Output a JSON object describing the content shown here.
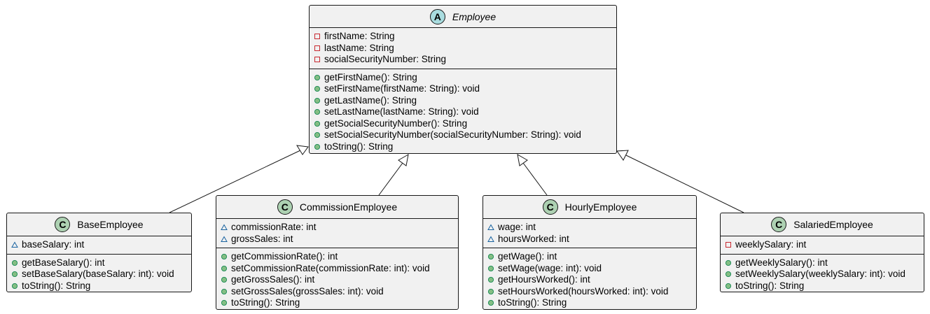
{
  "colors": {
    "class_fill": "#f1f1f1",
    "border": "#181818",
    "class_badge": "#add1b2",
    "abstract_badge": "#a9dcdf",
    "private_marker": "#c82930",
    "package_marker": "#1963a0",
    "public_marker": "#84be84"
  },
  "classes": {
    "employee": {
      "stereotype_letter": "A",
      "name": "Employee",
      "abstract": true,
      "fields": [
        {
          "vis": "private",
          "text": "firstName: String"
        },
        {
          "vis": "private",
          "text": "lastName: String"
        },
        {
          "vis": "private",
          "text": "socialSecurityNumber: String"
        }
      ],
      "methods": [
        {
          "vis": "public",
          "text": "getFirstName(): String"
        },
        {
          "vis": "public",
          "text": "setFirstName(firstName: String): void"
        },
        {
          "vis": "public",
          "text": "getLastName(): String"
        },
        {
          "vis": "public",
          "text": "setLastName(lastName: String): void"
        },
        {
          "vis": "public",
          "text": "getSocialSecurityNumber(): String"
        },
        {
          "vis": "public",
          "text": "setSocialSecurityNumber(socialSecurityNumber: String): void"
        },
        {
          "vis": "public",
          "text": "toString(): String"
        }
      ]
    },
    "base_employee": {
      "stereotype_letter": "C",
      "name": "BaseEmployee",
      "fields": [
        {
          "vis": "package",
          "text": "baseSalary: int"
        }
      ],
      "methods": [
        {
          "vis": "public",
          "text": "getBaseSalary(): int"
        },
        {
          "vis": "public",
          "text": "setBaseSalary(baseSalary: int): void"
        },
        {
          "vis": "public",
          "text": "toString(): String"
        }
      ]
    },
    "commission_employee": {
      "stereotype_letter": "C",
      "name": "CommissionEmployee",
      "fields": [
        {
          "vis": "package",
          "text": "commissionRate: int"
        },
        {
          "vis": "package",
          "text": "grossSales: int"
        }
      ],
      "methods": [
        {
          "vis": "public",
          "text": "getCommissionRate(): int"
        },
        {
          "vis": "public",
          "text": "setCommissionRate(commissionRate: int): void"
        },
        {
          "vis": "public",
          "text": "getGrossSales(): int"
        },
        {
          "vis": "public",
          "text": "setGrossSales(grossSales: int): void"
        },
        {
          "vis": "public",
          "text": "toString(): String"
        }
      ]
    },
    "hourly_employee": {
      "stereotype_letter": "C",
      "name": "HourlyEmployee",
      "fields": [
        {
          "vis": "package",
          "text": "wage: int"
        },
        {
          "vis": "package",
          "text": "hoursWorked: int"
        }
      ],
      "methods": [
        {
          "vis": "public",
          "text": "getWage(): int"
        },
        {
          "vis": "public",
          "text": "setWage(wage: int): void"
        },
        {
          "vis": "public",
          "text": "getHoursWorked(): int"
        },
        {
          "vis": "public",
          "text": "setHoursWorked(hoursWorked: int): void"
        },
        {
          "vis": "public",
          "text": "toString(): String"
        }
      ]
    },
    "salaried_employee": {
      "stereotype_letter": "C",
      "name": "SalariedEmployee",
      "fields": [
        {
          "vis": "private",
          "text": "weeklySalary: int"
        }
      ],
      "methods": [
        {
          "vis": "public",
          "text": "getWeeklySalary(): int"
        },
        {
          "vis": "public",
          "text": "setWeeklySalary(weeklySalary: int): void"
        },
        {
          "vis": "public",
          "text": "toString(): String"
        }
      ]
    }
  },
  "relations": [
    {
      "type": "inheritance",
      "from": "BaseEmployee",
      "to": "Employee"
    },
    {
      "type": "inheritance",
      "from": "CommissionEmployee",
      "to": "Employee"
    },
    {
      "type": "inheritance",
      "from": "HourlyEmployee",
      "to": "Employee"
    },
    {
      "type": "inheritance",
      "from": "SalariedEmployee",
      "to": "Employee"
    }
  ]
}
